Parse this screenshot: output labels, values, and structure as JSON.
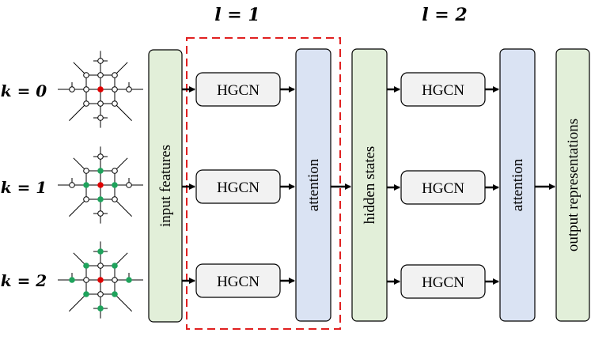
{
  "layer_labels": {
    "l1": "l = 1",
    "l2": "l = 2"
  },
  "k_labels": [
    "k = 0",
    "k = 1",
    "k = 2"
  ],
  "input_block": "input features",
  "hidden_block": "hidden states",
  "output_block": "output representations",
  "attention_label": "attention",
  "hgcn_label": "HGCN",
  "colors": {
    "green_block": "#e2efd9",
    "blue_block": "#dae3f3",
    "hgcn_fill": "#f2f2f2",
    "highlight_dash": "#e02020",
    "center_node": "#e00000",
    "neighbor_node": "#1fa35c"
  }
}
